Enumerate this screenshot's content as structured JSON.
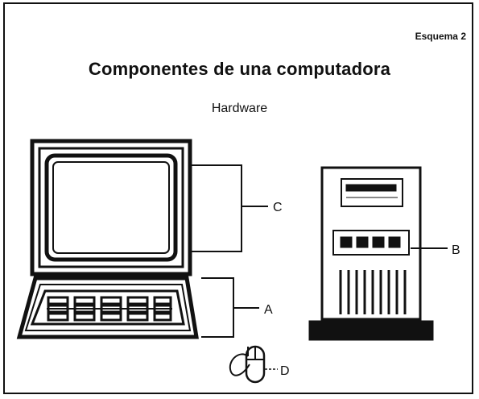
{
  "header": {
    "tag": "Esquema 2",
    "title": "Componentes de una computadora",
    "subtitle": "Hardware"
  },
  "labels": {
    "a": "A",
    "b": "B",
    "c": "C",
    "d": "D"
  },
  "components": [
    {
      "name": "monitor-icon",
      "label_ref": "C"
    },
    {
      "name": "keyboard-icon",
      "label_ref": "A"
    },
    {
      "name": "cpu-tower-icon",
      "label_ref": "B"
    },
    {
      "name": "mouse-icon",
      "label_ref": "D"
    }
  ]
}
